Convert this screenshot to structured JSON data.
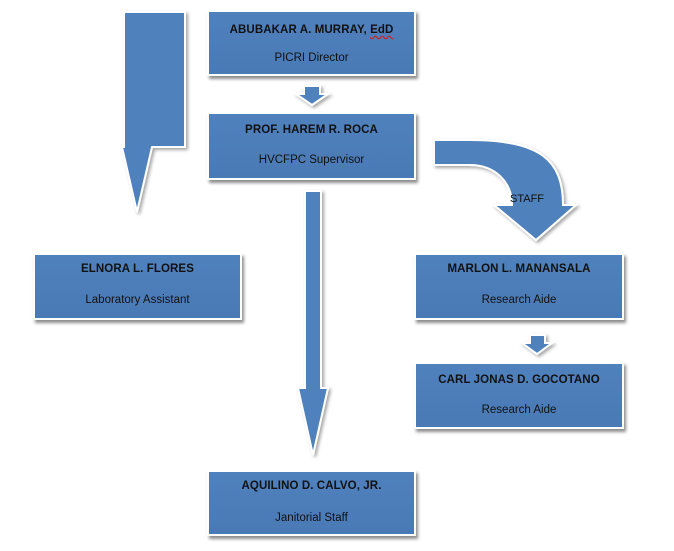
{
  "nodes": {
    "director": {
      "name_prefix": "ABUBAKAR A. MURRAY, ",
      "name_suffix": "EdD",
      "role": "PICRI Director"
    },
    "supervisor": {
      "name": "PROF. HAREM R. ROCA",
      "role": "HVCFPC Supervisor"
    },
    "lab_assistant": {
      "name": "ELNORA L. FLORES",
      "role": "Laboratory Assistant"
    },
    "research_aide_1": {
      "name": "MARLON L. MANANSALA",
      "role": "Research Aide"
    },
    "research_aide_2": {
      "name": "CARL JONAS D. GOCOTANO",
      "role": "Research Aide"
    },
    "janitor": {
      "name": "AQUILINO D. CALVO, JR.",
      "role": "Janitorial Staff"
    }
  },
  "labels": {
    "staff": "STAFF"
  },
  "colors": {
    "box_fill": "#4f81bd",
    "box_border": "#ffffff",
    "text": "#111111"
  }
}
